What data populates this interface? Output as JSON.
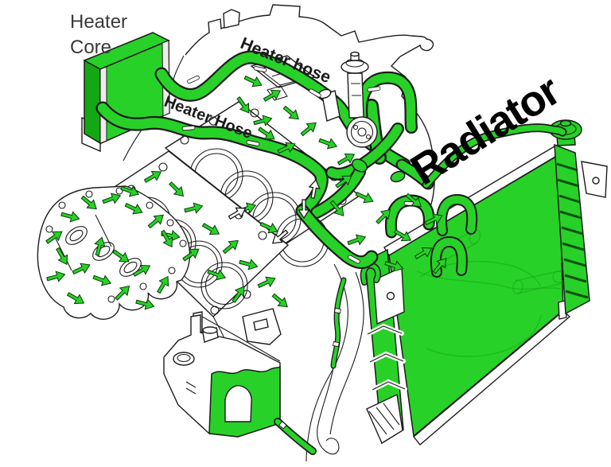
{
  "diagram": {
    "labels": {
      "heater_core": "Heater Core",
      "heater_hose_top": "Heater hose",
      "heater_hose_bottom": "Heater Hose",
      "radiator": "Radiator"
    },
    "colors": {
      "coolant": "#28d128",
      "coolant_dark": "#14a714",
      "outline": "#1c1c1c",
      "label_text": "#3a3a3a",
      "background": "#ffffff"
    },
    "flow_arrows": [
      [
        68,
        298,
        -35
      ],
      [
        88,
        272,
        15
      ],
      [
        112,
        255,
        40
      ],
      [
        140,
        250,
        -20
      ],
      [
        168,
        262,
        25
      ],
      [
        196,
        278,
        -40
      ],
      [
        214,
        296,
        10
      ],
      [
        78,
        322,
        60
      ],
      [
        102,
        338,
        -25
      ],
      [
        128,
        352,
        20
      ],
      [
        154,
        368,
        -45
      ],
      [
        182,
        382,
        15
      ],
      [
        205,
        358,
        -60
      ],
      [
        95,
        375,
        30
      ],
      [
        70,
        348,
        -15
      ],
      [
        125,
        310,
        -75
      ],
      [
        152,
        322,
        35
      ],
      [
        178,
        340,
        -30
      ],
      [
        163,
        240,
        20
      ],
      [
        192,
        222,
        -30
      ],
      [
        222,
        238,
        45
      ],
      [
        243,
        262,
        -15
      ],
      [
        265,
        288,
        30
      ],
      [
        290,
        310,
        -40
      ],
      [
        312,
        332,
        15
      ],
      [
        335,
        355,
        -25
      ],
      [
        352,
        378,
        40
      ],
      [
        300,
        370,
        -55
      ],
      [
        272,
        345,
        20
      ],
      [
        240,
        320,
        -35
      ],
      [
        210,
        300,
        60
      ],
      [
        310,
        262,
        -20
      ],
      [
        338,
        286,
        25
      ],
      [
        318,
        102,
        25
      ],
      [
        342,
        120,
        -30
      ],
      [
        366,
        142,
        40
      ],
      [
        330,
        152,
        -15
      ],
      [
        306,
        132,
        55
      ],
      [
        388,
        162,
        -40
      ],
      [
        412,
        180,
        20
      ],
      [
        360,
        186,
        -25
      ],
      [
        335,
        168,
        35
      ],
      [
        432,
        228,
        -35
      ],
      [
        458,
        248,
        25
      ],
      [
        482,
        272,
        -45
      ],
      [
        506,
        296,
        30
      ],
      [
        448,
        302,
        -20
      ],
      [
        424,
        262,
        50
      ],
      [
        532,
        318,
        -30
      ],
      [
        495,
        334,
        18
      ],
      [
        553,
        334,
        -50
      ],
      [
        520,
        252,
        40
      ],
      [
        545,
        276,
        -25
      ],
      [
        435,
        200,
        -30
      ]
    ],
    "outline_arrows": [
      [
        298,
        268,
        -30
      ],
      [
        352,
        298,
        140
      ],
      [
        382,
        262,
        90
      ],
      [
        395,
        238,
        -80
      ]
    ]
  }
}
